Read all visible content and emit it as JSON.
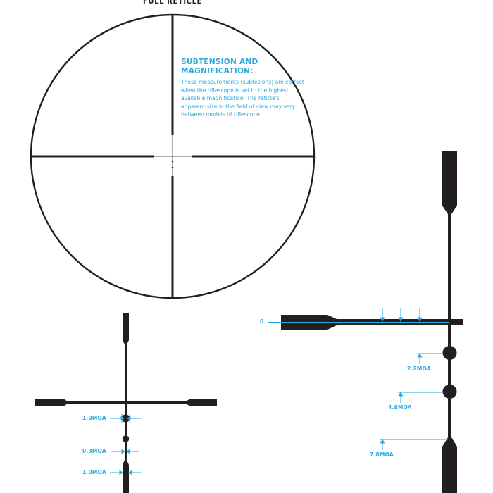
{
  "header": {
    "title": "FULL RETICLE"
  },
  "note": {
    "heading_line1": "SUBTENSION AND",
    "heading_line2": "MAGNIFICATION:",
    "body": "These measurements (subtesions) are correct when the riflescope is set to the highest available magnification. The reticle's apparent size in the field of view may vary between models of riflescope."
  },
  "colors": {
    "reticle": "#231f20",
    "accent": "#29a9e0",
    "background": "#ffffff"
  },
  "center_detail": {
    "labels": [
      {
        "text": "1.0MOA",
        "refers_to": "center dot diameter"
      },
      {
        "text": "0.3MOA",
        "refers_to": "thin post width"
      },
      {
        "text": "1.0MOA",
        "refers_to": "thick post width"
      }
    ]
  },
  "holdover_detail": {
    "zero_label": "0",
    "labels": [
      {
        "text": "2.2MOA",
        "refers_to": "first dot"
      },
      {
        "text": "4.8MOA",
        "refers_to": "second dot"
      },
      {
        "text": "7.8MOA",
        "refers_to": "thick post start"
      }
    ]
  }
}
